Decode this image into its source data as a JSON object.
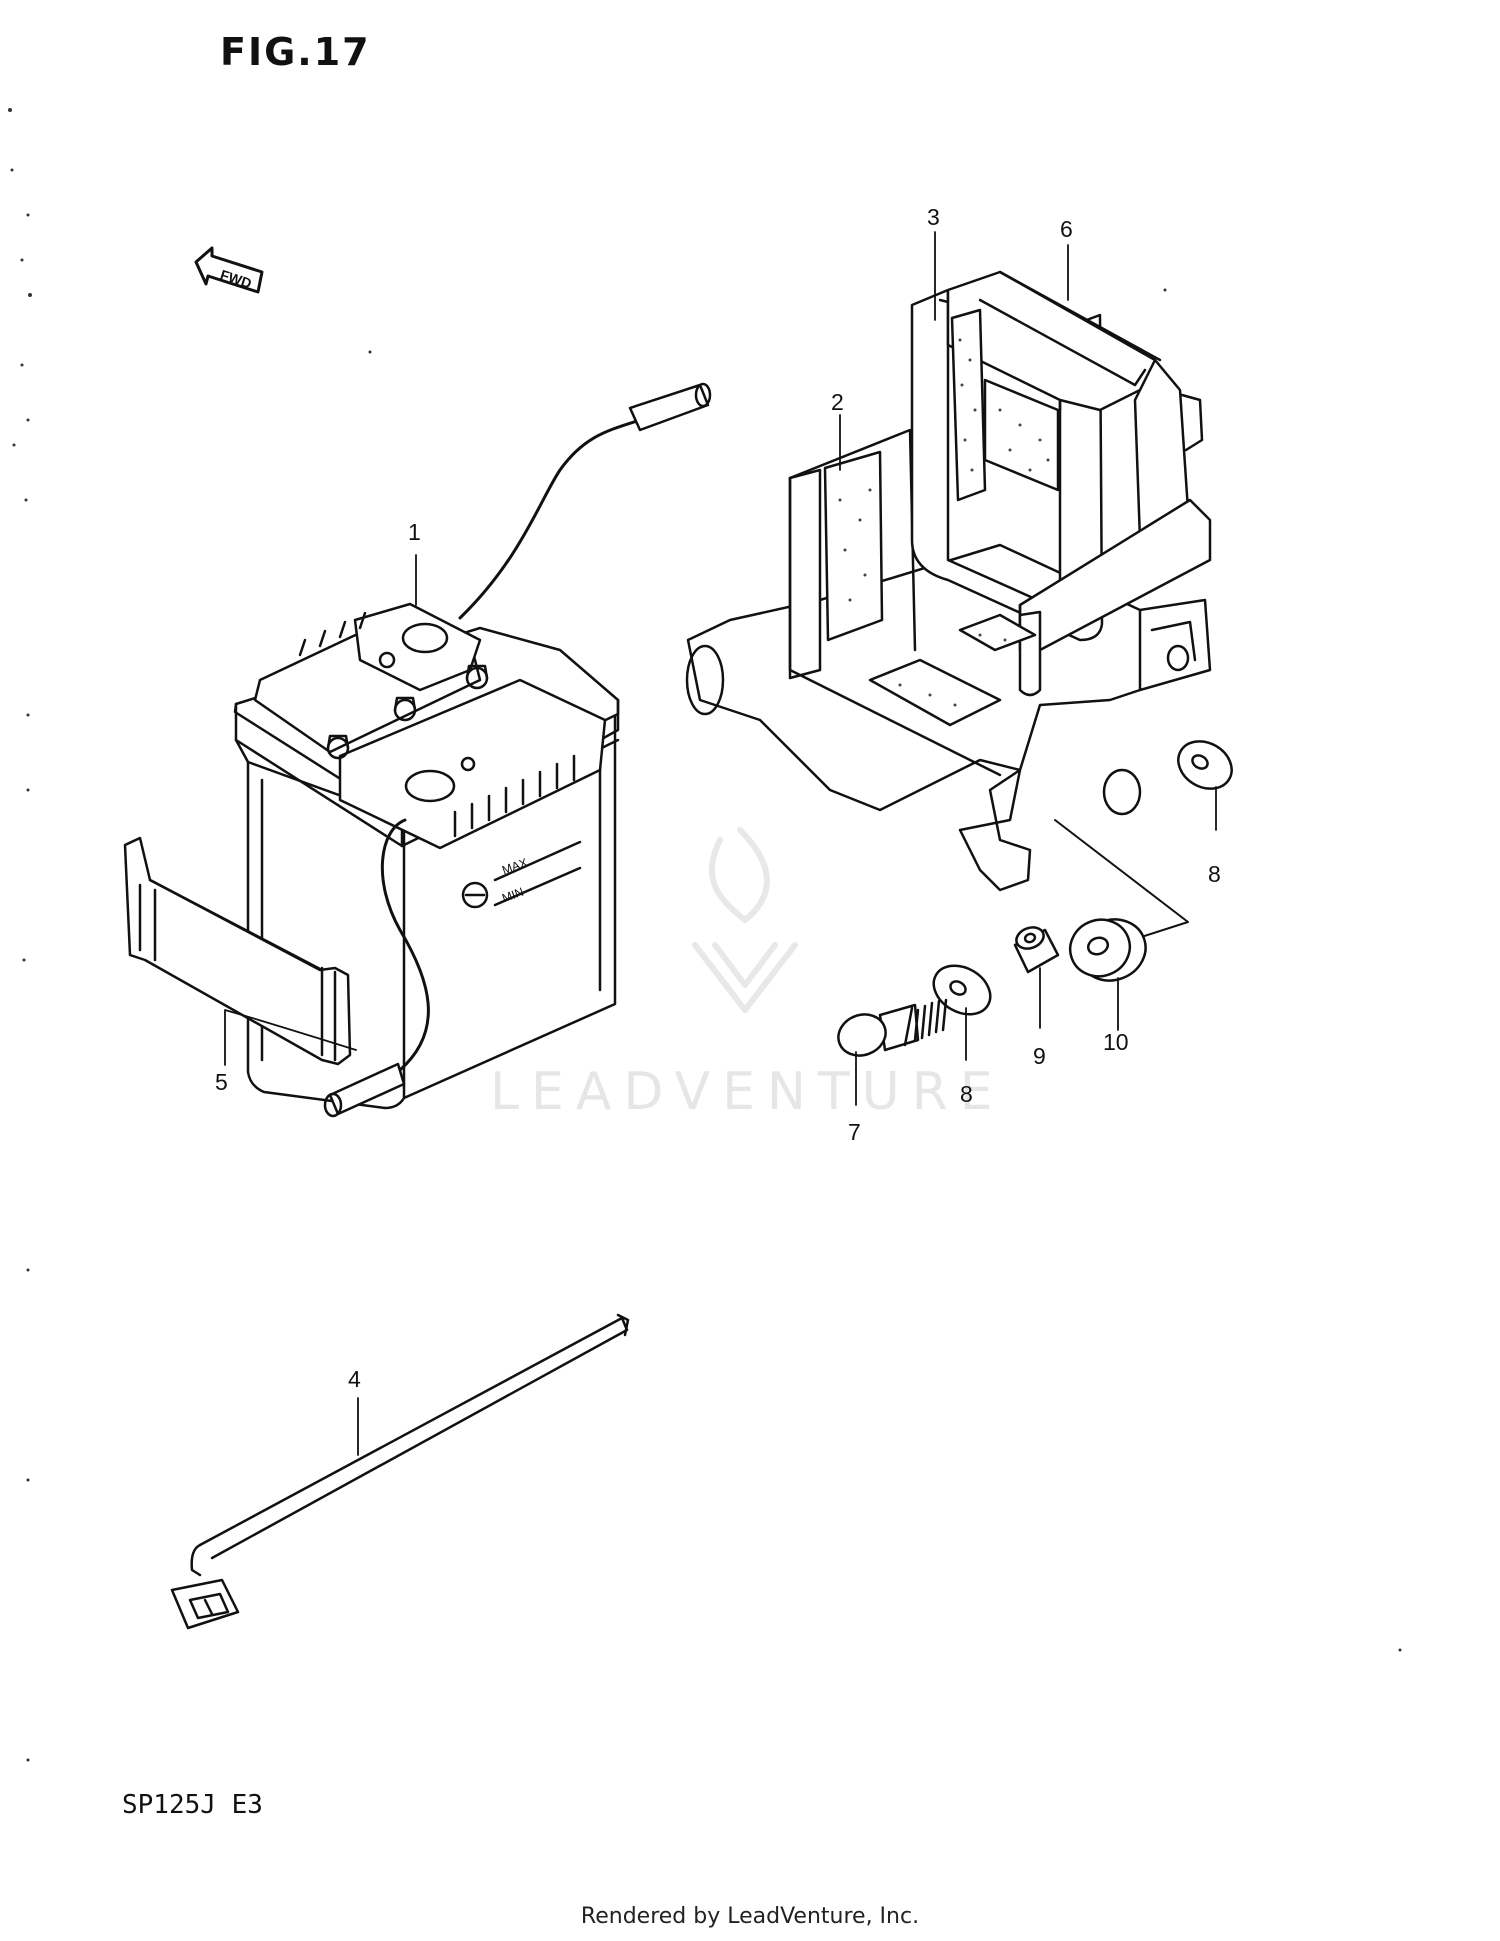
{
  "figure_title": "FIG.17",
  "model_code": "SP125J E3",
  "footer": "Rendered by LeadVenture, Inc.",
  "watermark": "LEADVENTURE",
  "fwd_label": "FWD",
  "callouts": {
    "c1": "1",
    "c2": "2",
    "c3": "3",
    "c4": "4",
    "c5": "5",
    "c6": "6",
    "c7": "7",
    "c8a": "8",
    "c8b": "8",
    "c9": "9",
    "c10": "10"
  },
  "battery_marks": {
    "max": "MAX",
    "min": "MIN"
  }
}
